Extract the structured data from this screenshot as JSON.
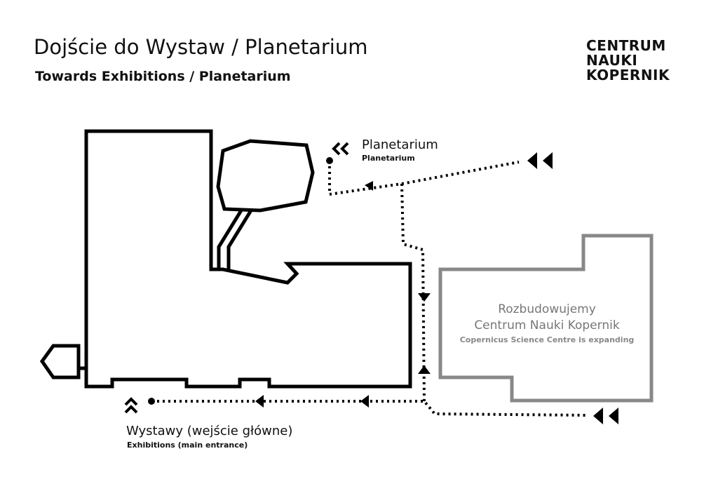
{
  "header": {
    "title": "Dojście do Wystaw / Planetarium",
    "subtitle": "Towards Exhibitions / Planetarium"
  },
  "logo": {
    "lines": [
      "CENTRUM",
      "NAUKI",
      "KOPERNIK"
    ]
  },
  "labels": {
    "planetarium": "Planetarium",
    "planetarium_en": "Planetarium",
    "exhibitions": "Wystawy (wejście główne)",
    "exhibitions_en": "Exhibitions (main entrance)",
    "expansion_line1": "Rozbudowujemy",
    "expansion_line2": "Centrum Nauki Kopernik",
    "expansion_en": "Copernicus Science Centre is expanding"
  },
  "icons": {
    "entrance": "double-chevron-up-icon",
    "planetarium_entry": "double-chevron-left-icon",
    "route_start": "double-triangle-left-icon"
  },
  "colors": {
    "building": "#000000",
    "expansion": "#888888",
    "expansion_text": "#777777"
  }
}
